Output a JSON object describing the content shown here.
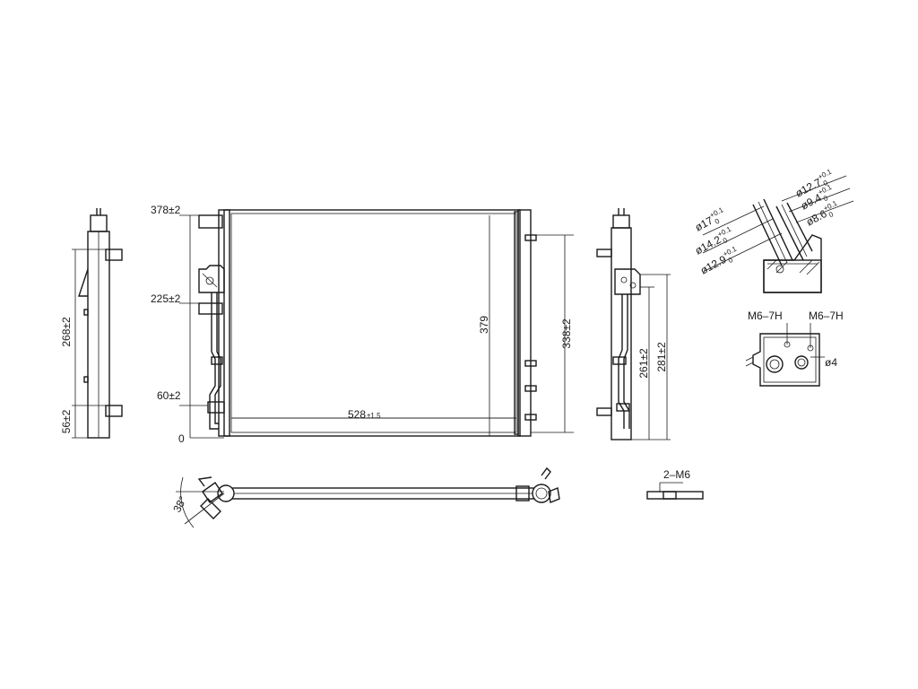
{
  "dims": {
    "h378": "378±2",
    "h225": "225±2",
    "h60": "60±2",
    "zero": "0",
    "w528": "528",
    "w528_tol": "±1.5",
    "h379": "379",
    "h338": "338±2",
    "h268": "268±2",
    "h56": "56±2",
    "h261": "261±2",
    "h281": "281±2",
    "angle38": "38°",
    "bolt_2m6": "2–M6",
    "m6_left": "M6–7H",
    "m6_right": "M6–7H",
    "dia4": "ø4"
  },
  "pipe_diameters": [
    {
      "base": "ø17",
      "tol": "+0.1",
      "low": "0"
    },
    {
      "base": "ø14.2",
      "tol": "+0.1",
      "low": "0"
    },
    {
      "base": "ø12.9",
      "tol": "+0.1",
      "low": "0"
    },
    {
      "base": "ø12.7",
      "tol": "+0.1",
      "low": "0"
    },
    {
      "base": "ø9.4",
      "tol": "+0.1",
      "low": "0"
    },
    {
      "base": "ø8.6",
      "tol": "+0.1",
      "low": "0"
    }
  ]
}
